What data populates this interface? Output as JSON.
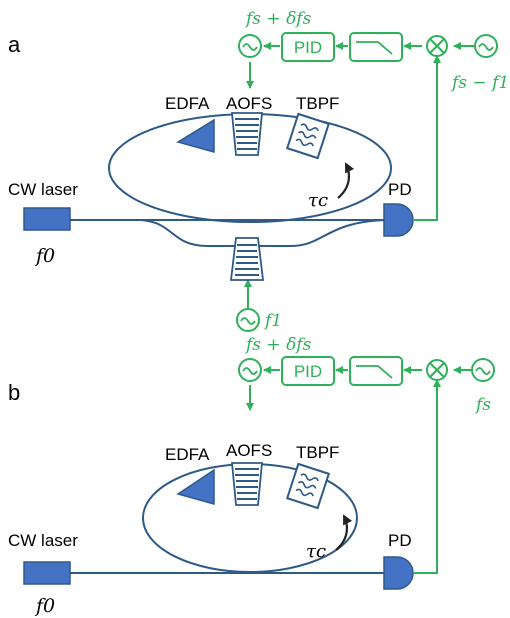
{
  "colors": {
    "optical": "#2e5a87",
    "component_fill": "#4472c4",
    "electronic": "#2fb15a",
    "text": "#000000",
    "arrow": "#222222"
  },
  "panels": [
    {
      "panel_label": "a",
      "labels": {
        "edfa": "EDFA",
        "aofs": "AOFS",
        "tbpf": "TBPF",
        "cw_laser": "CW laser",
        "pd": "PD",
        "pid": "PID",
        "tau_c": "τc",
        "f0": "f0",
        "pid_freq": "fs + δfs",
        "ref_freq": "fs − f1",
        "drive_freq": "f1"
      }
    },
    {
      "panel_label": "b",
      "labels": {
        "edfa": "EDFA",
        "aofs": "AOFS",
        "tbpf": "TBPF",
        "cw_laser": "CW laser",
        "pd": "PD",
        "pid": "PID",
        "tau_c": "τc",
        "f0": "f0",
        "pid_freq": "fs + δfs",
        "ref_freq": "fs"
      }
    }
  ],
  "icons": [
    "oscillator-icon",
    "low-pass-filter-icon",
    "mixer-icon",
    "bandpass-filter-icon",
    "photodetector-icon",
    "edfa-icon",
    "aofs-icon"
  ]
}
